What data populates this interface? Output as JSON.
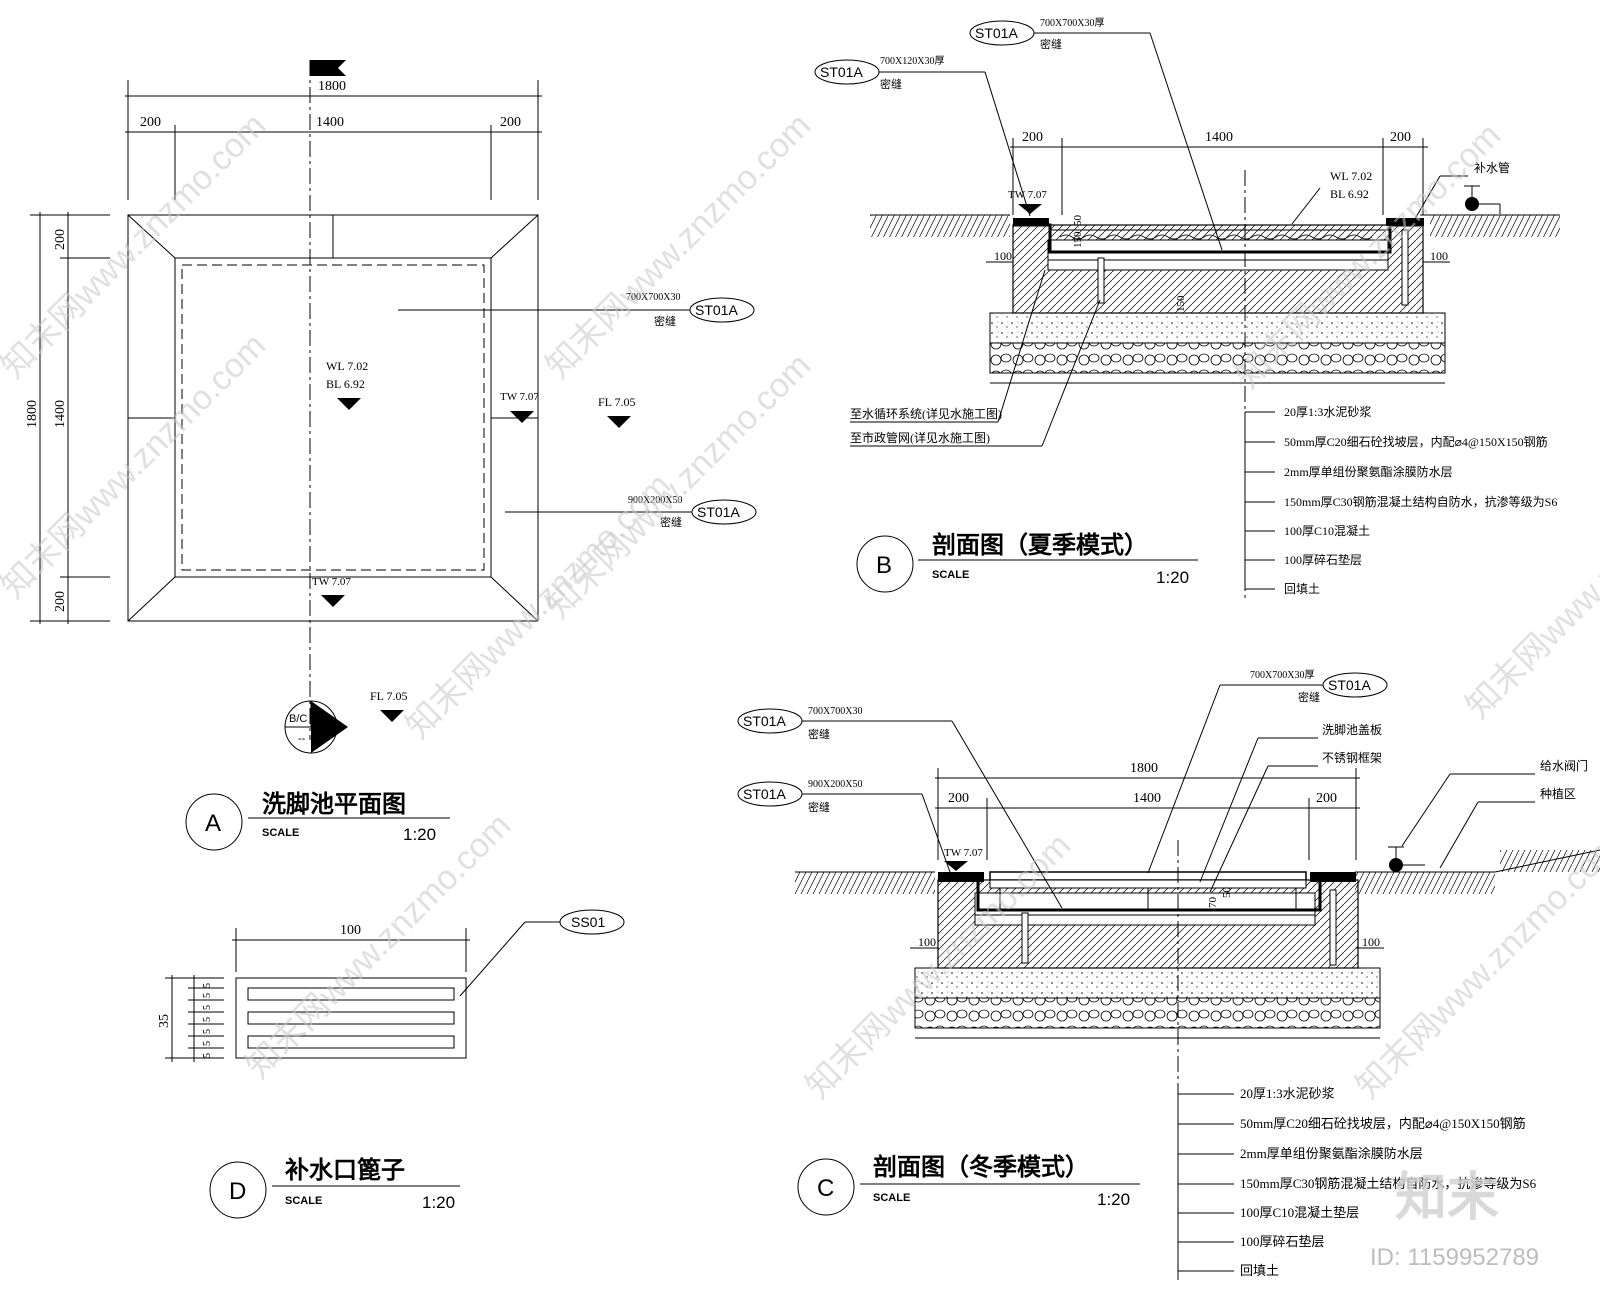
{
  "watermark": {
    "site": "知末网www.znzmo.com",
    "logo": "知末",
    "id": "ID: 1159952789"
  },
  "plan_A": {
    "title": "洗脚池平面图",
    "letter": "A",
    "scale_label": "SCALE",
    "scale": "1:20",
    "dim_total_h": "1800",
    "dim_left": "200",
    "dim_mid": "1400",
    "dim_right": "200",
    "dim_total_v": "1800",
    "dim_top": "200",
    "dim_vmid": "1400",
    "dim_bottom": "200",
    "tag1": {
      "code": "ST01A",
      "spec": "700X700X30",
      "note": "密缝"
    },
    "tag2": {
      "code": "ST01A",
      "spec": "900X200X50",
      "note": "密缝"
    },
    "wl": "WL 7.02",
    "bl": "BL 6.92",
    "tw1": "TW 7.07",
    "tw2": "TW 7.07",
    "fl1": "FL 7.05",
    "fl2": "FL 7.05",
    "section_top": "B/C",
    "section_mid": "LD",
    "section_bot": "--"
  },
  "section_B": {
    "title": "剖面图（夏季模式）",
    "letter": "B",
    "scale_label": "SCALE",
    "scale": "1:20",
    "tag1": {
      "code": "ST01A",
      "spec": "700X700X30厚",
      "note": "密缝"
    },
    "tag2": {
      "code": "ST01A",
      "spec": "700X120X30厚",
      "note": "密缝"
    },
    "dim_left": "200",
    "dim_mid": "1400",
    "dim_right": "200",
    "tw": "TW 7.07",
    "wl": "WL 7.02",
    "bl": "BL 6.92",
    "pipe": "补水管",
    "d150": "150",
    "d50": "50",
    "d100a": "100",
    "d100b": "100",
    "d150b": "150",
    "note1": "至水循环系统(详见水施工图)",
    "note2": "至市政管网(详见水施工图)",
    "layers": [
      "20厚1:3水泥砂浆",
      "50mm厚C20细石砼找坡层，内配⌀4@150X150钢筋",
      "2mm厚单组份聚氨酯涂膜防水层",
      "150mm厚C30钢筋混凝土结构自防水，抗渗等级为S6",
      "100厚C10混凝土",
      "100厚碎石垫层",
      "回填土"
    ]
  },
  "section_C": {
    "title": "剖面图（冬季模式）",
    "letter": "C",
    "scale_label": "SCALE",
    "scale": "1:20",
    "tag1": {
      "code": "ST01A",
      "spec": "700X700X30厚",
      "note": "密缝"
    },
    "tag2": {
      "code": "ST01A",
      "spec": "700X700X30",
      "note": "密缝"
    },
    "tag3": {
      "code": "ST01A",
      "spec": "900X200X50",
      "note": "密缝"
    },
    "cover": "洗脚池盖板",
    "frame": "不锈钢框架",
    "valve": "给水阀门",
    "plant": "种植区",
    "dim_total": "1800",
    "dim_left": "200",
    "dim_mid": "1400",
    "dim_right": "200",
    "tw": "TW 7.07",
    "d100a": "100",
    "d100b": "100",
    "d70": "70",
    "d50": "50",
    "layers": [
      "20厚1:3水泥砂浆",
      "50mm厚C20细石砼找坡层，内配⌀4@150X150钢筋",
      "2mm厚单组份聚氨酯涂膜防水层",
      "150mm厚C30钢筋混凝土结构自防水，抗渗等级为S6",
      "100厚C10混凝土垫层",
      "100厚碎石垫层",
      "回填土"
    ]
  },
  "detail_D": {
    "title": "补水口篦子",
    "letter": "D",
    "scale_label": "SCALE",
    "scale": "1:20",
    "tag": "SS01",
    "dim_w": "100",
    "dim_h": "35",
    "dim_small": [
      "5",
      "5",
      "5",
      "5",
      "5",
      "5",
      "5"
    ]
  }
}
